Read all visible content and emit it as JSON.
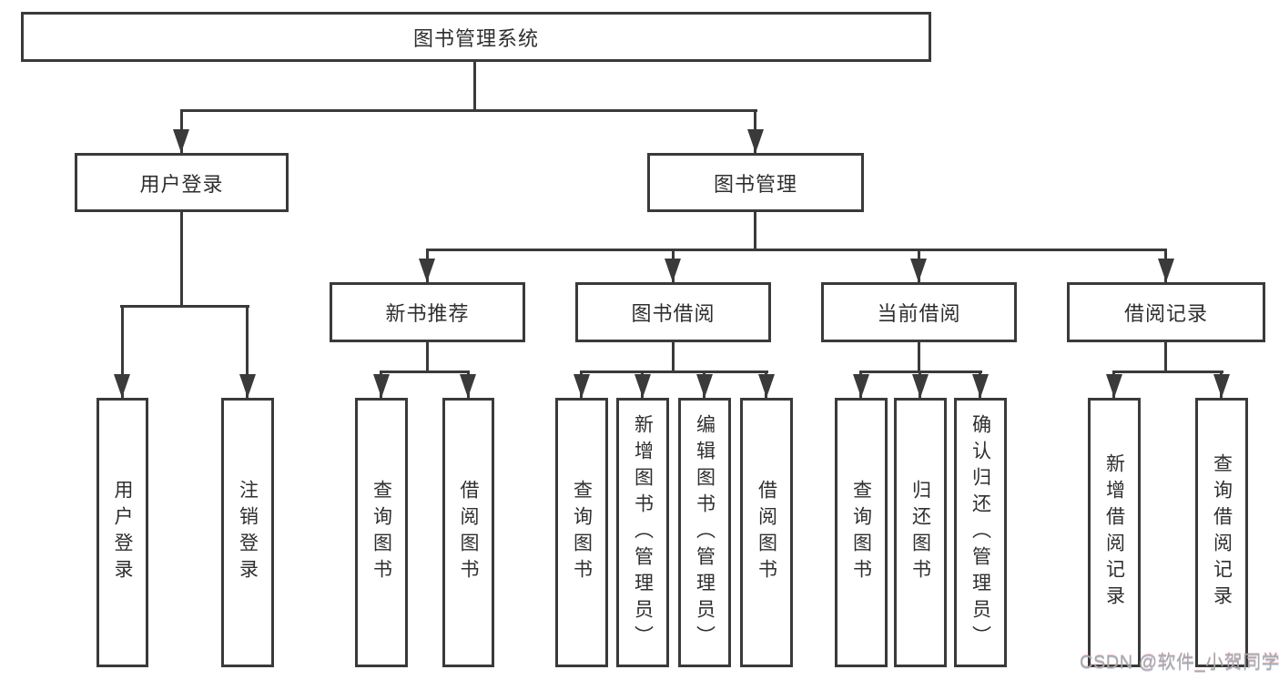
{
  "diagram": {
    "root": "图书管理系统",
    "branches": {
      "user_login": {
        "label": "用户登录",
        "children": [
          "用户登录",
          "注销登录"
        ]
      },
      "book_management": {
        "label": "图书管理",
        "children": {
          "new_book": {
            "label": "新书推荐",
            "children": [
              "查询图书",
              "借阅图书"
            ]
          },
          "book_borrow": {
            "label": "图书借阅",
            "children": [
              "查询图书",
              "新增图书（管理员）",
              "编辑图书（管理员）",
              "借阅图书"
            ]
          },
          "current_borrow": {
            "label": "当前借阅",
            "children": [
              "查询图书",
              "归还图书",
              "确认归还（管理员）"
            ]
          },
          "borrow_record": {
            "label": "借阅记录",
            "children": [
              "新增借阅记录",
              "查询借阅记录"
            ]
          }
        }
      }
    }
  },
  "watermark": "CSDN @软件_小贺同学",
  "colors": {
    "line": "#3a3a3a",
    "text": "#2f2f2f",
    "watermark": "#a9a9a9",
    "background": "#ffffff"
  }
}
